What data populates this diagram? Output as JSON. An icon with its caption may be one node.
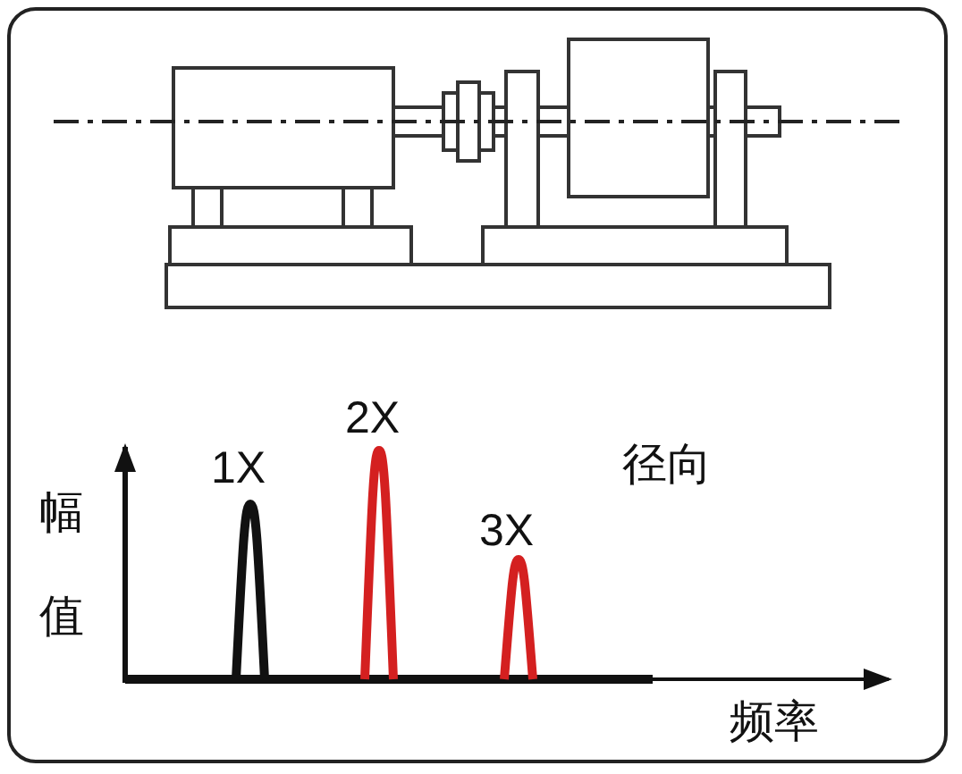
{
  "diagram": {
    "labels": [
      "2X",
      "1X",
      "径向",
      "3X",
      "幅值",
      "频率"
    ]
  }
}
